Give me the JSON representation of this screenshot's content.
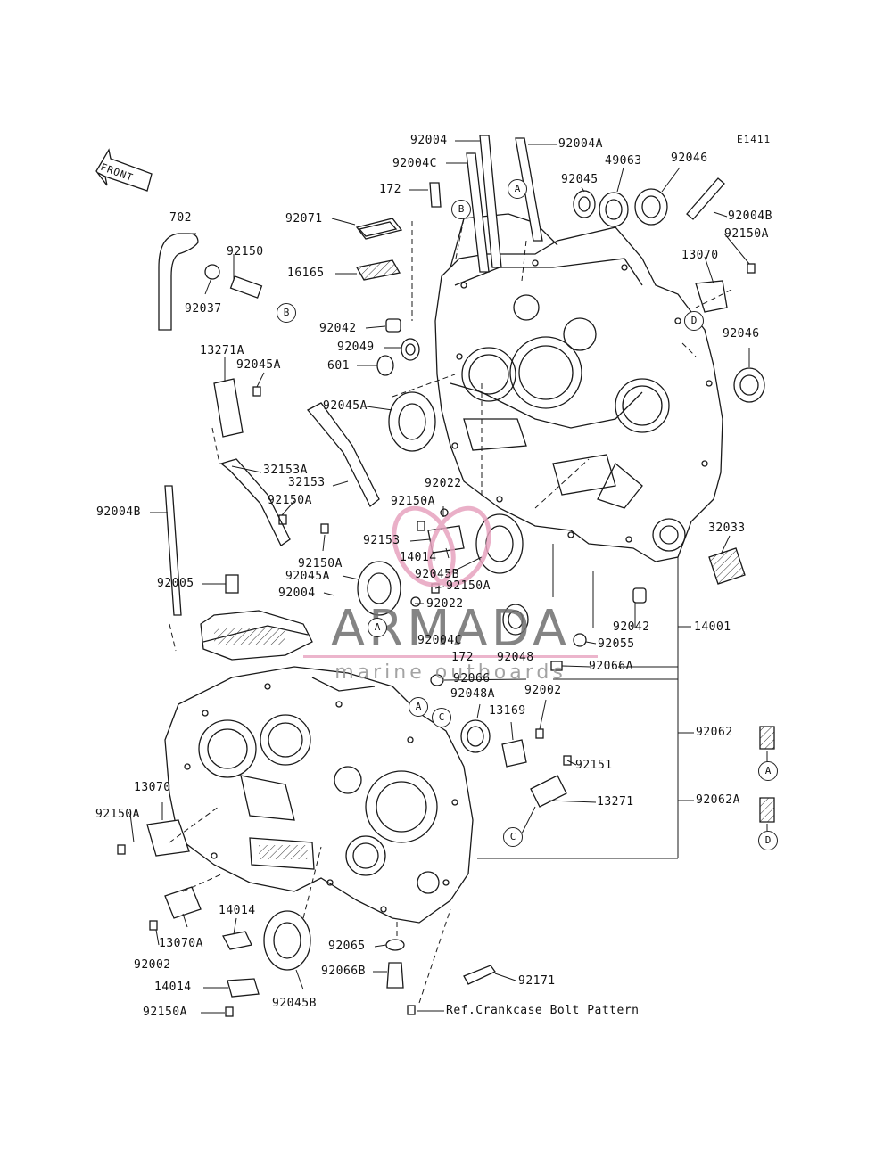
{
  "diagram_code": "E1411",
  "front_label": "FRONT",
  "watermark": {
    "brand": "ARMADA",
    "tagline": "marine outboards"
  },
  "footer_note": "Ref.Crankcase Bolt Pattern",
  "callouts": {
    "A": "A",
    "B": "B",
    "C": "C",
    "D": "D"
  },
  "parts": [
    "92004",
    "92004A",
    "92004C",
    "172",
    "49063",
    "92046",
    "92045",
    "92004B",
    "92150A",
    "92071",
    "16165",
    "92042",
    "92049",
    "601",
    "13070",
    "702",
    "92150",
    "92037",
    "13271A",
    "92045A",
    "32153A",
    "32153",
    "92022",
    "92153",
    "14014",
    "92045B",
    "32033",
    "92005",
    "92004",
    "92055",
    "14001",
    "92048",
    "92066A",
    "92066",
    "92048A",
    "92002",
    "13169",
    "92062",
    "92151",
    "13271",
    "92062A",
    "13070A",
    "92065",
    "92066B",
    "92171",
    "92150A"
  ]
}
